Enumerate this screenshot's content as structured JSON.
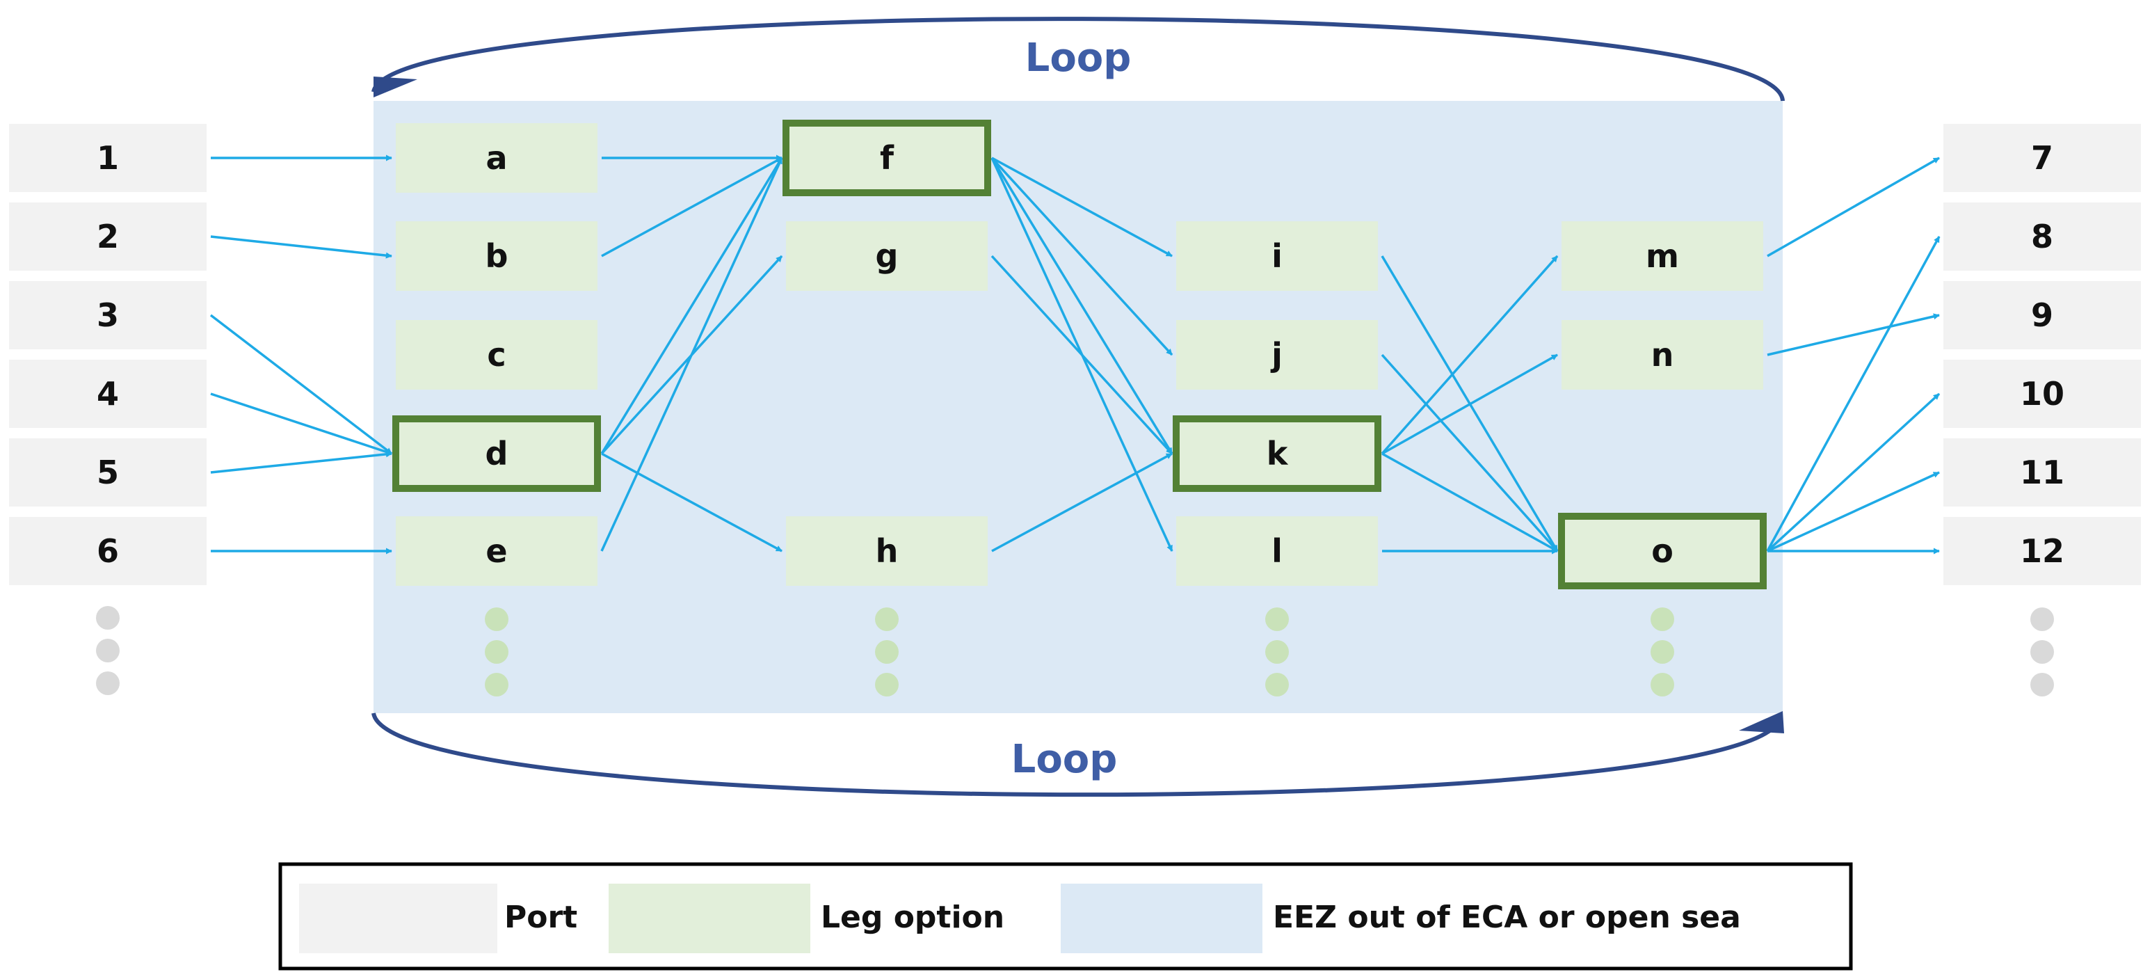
{
  "colors": {
    "port_fill": "#f2f2f2",
    "leg_fill": "#e2efda",
    "sea_fill": "#dce9f5",
    "highlight_border": "#538135",
    "arrow": "#1eaae6",
    "loop_line": "#2f4a8a",
    "loop_text": "#3f5ea6",
    "ellipsis_grey": "#d9d9d9",
    "ellipsis_green": "#c9e2b9"
  },
  "loop": {
    "top_label": "Loop",
    "bottom_label": "Loop"
  },
  "ports_in": [
    {
      "id": "p1",
      "label": "1"
    },
    {
      "id": "p2",
      "label": "2"
    },
    {
      "id": "p3",
      "label": "3"
    },
    {
      "id": "p4",
      "label": "4"
    },
    {
      "id": "p5",
      "label": "5"
    },
    {
      "id": "p6",
      "label": "6"
    }
  ],
  "ports_out": [
    {
      "id": "p7",
      "label": "7"
    },
    {
      "id": "p8",
      "label": "8"
    },
    {
      "id": "p9",
      "label": "9"
    },
    {
      "id": "p10",
      "label": "10"
    },
    {
      "id": "p11",
      "label": "11"
    },
    {
      "id": "p12",
      "label": "12"
    }
  ],
  "legs": [
    {
      "id": "a",
      "label": "a",
      "highlighted": false
    },
    {
      "id": "b",
      "label": "b",
      "highlighted": false
    },
    {
      "id": "c",
      "label": "c",
      "highlighted": false
    },
    {
      "id": "d",
      "label": "d",
      "highlighted": true
    },
    {
      "id": "e",
      "label": "e",
      "highlighted": false
    },
    {
      "id": "f",
      "label": "f",
      "highlighted": true
    },
    {
      "id": "g",
      "label": "g",
      "highlighted": false
    },
    {
      "id": "h",
      "label": "h",
      "highlighted": false
    },
    {
      "id": "i",
      "label": "i",
      "highlighted": false
    },
    {
      "id": "j",
      "label": "j",
      "highlighted": false
    },
    {
      "id": "k",
      "label": "k",
      "highlighted": true
    },
    {
      "id": "l",
      "label": "l",
      "highlighted": false
    },
    {
      "id": "m",
      "label": "m",
      "highlighted": false
    },
    {
      "id": "n",
      "label": "n",
      "highlighted": false
    },
    {
      "id": "o",
      "label": "o",
      "highlighted": true
    }
  ],
  "edges": [
    [
      "p1",
      "a"
    ],
    [
      "p2",
      "b"
    ],
    [
      "p3",
      "d"
    ],
    [
      "p4",
      "d"
    ],
    [
      "p5",
      "d"
    ],
    [
      "p6",
      "e"
    ],
    [
      "a",
      "f"
    ],
    [
      "b",
      "f"
    ],
    [
      "d",
      "f"
    ],
    [
      "d",
      "g"
    ],
    [
      "d",
      "h"
    ],
    [
      "e",
      "f"
    ],
    [
      "f",
      "i"
    ],
    [
      "f",
      "j"
    ],
    [
      "f",
      "k"
    ],
    [
      "f",
      "l"
    ],
    [
      "g",
      "k"
    ],
    [
      "h",
      "k"
    ],
    [
      "i",
      "o"
    ],
    [
      "j",
      "o"
    ],
    [
      "k",
      "m"
    ],
    [
      "k",
      "n"
    ],
    [
      "k",
      "o"
    ],
    [
      "l",
      "o"
    ],
    [
      "m",
      "p7"
    ],
    [
      "n",
      "p9"
    ],
    [
      "o",
      "p8"
    ],
    [
      "o",
      "p10"
    ],
    [
      "o",
      "p11"
    ],
    [
      "o",
      "p12"
    ]
  ],
  "legend": {
    "items": [
      {
        "label": "Port",
        "swatch": "port"
      },
      {
        "label": "Leg option",
        "swatch": "leg"
      },
      {
        "label": "EEZ out of ECA or open sea",
        "swatch": "sea"
      }
    ]
  }
}
